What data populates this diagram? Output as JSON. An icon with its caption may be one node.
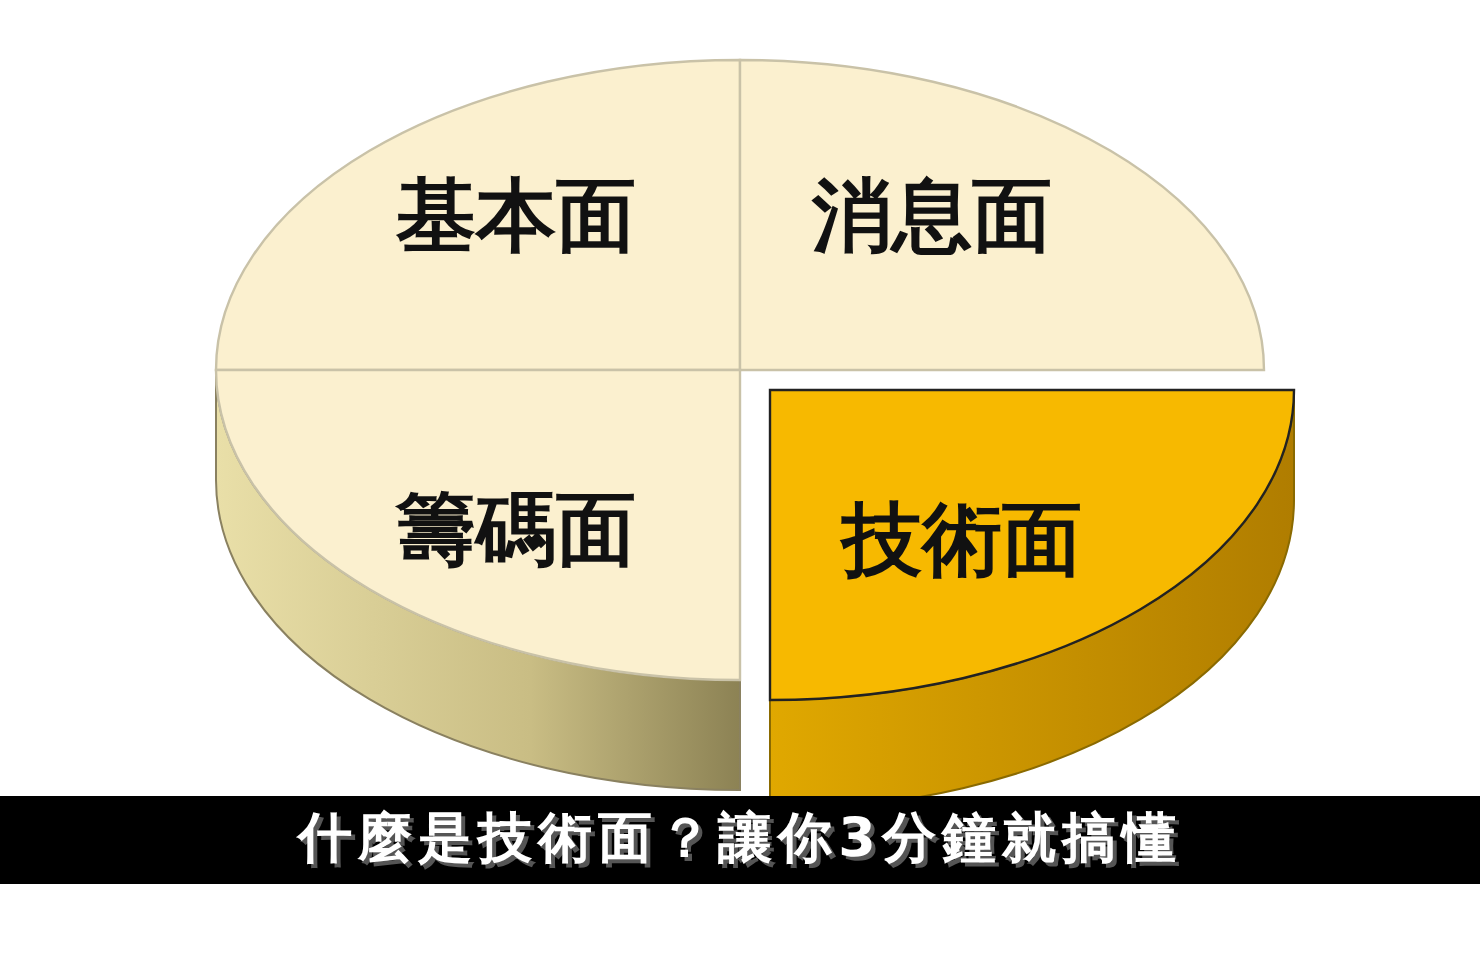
{
  "diagram": {
    "caption": "什麼是技術面？讓你3分鐘就搞懂",
    "nodes": [
      {
        "text": [
          "基本面"
        ]
      },
      {
        "text": [
          "消息面"
        ]
      },
      {
        "text": [
          "籌碼面"
        ]
      },
      {
        "text": [
          "技術面"
        ]
      }
    ]
  }
}
